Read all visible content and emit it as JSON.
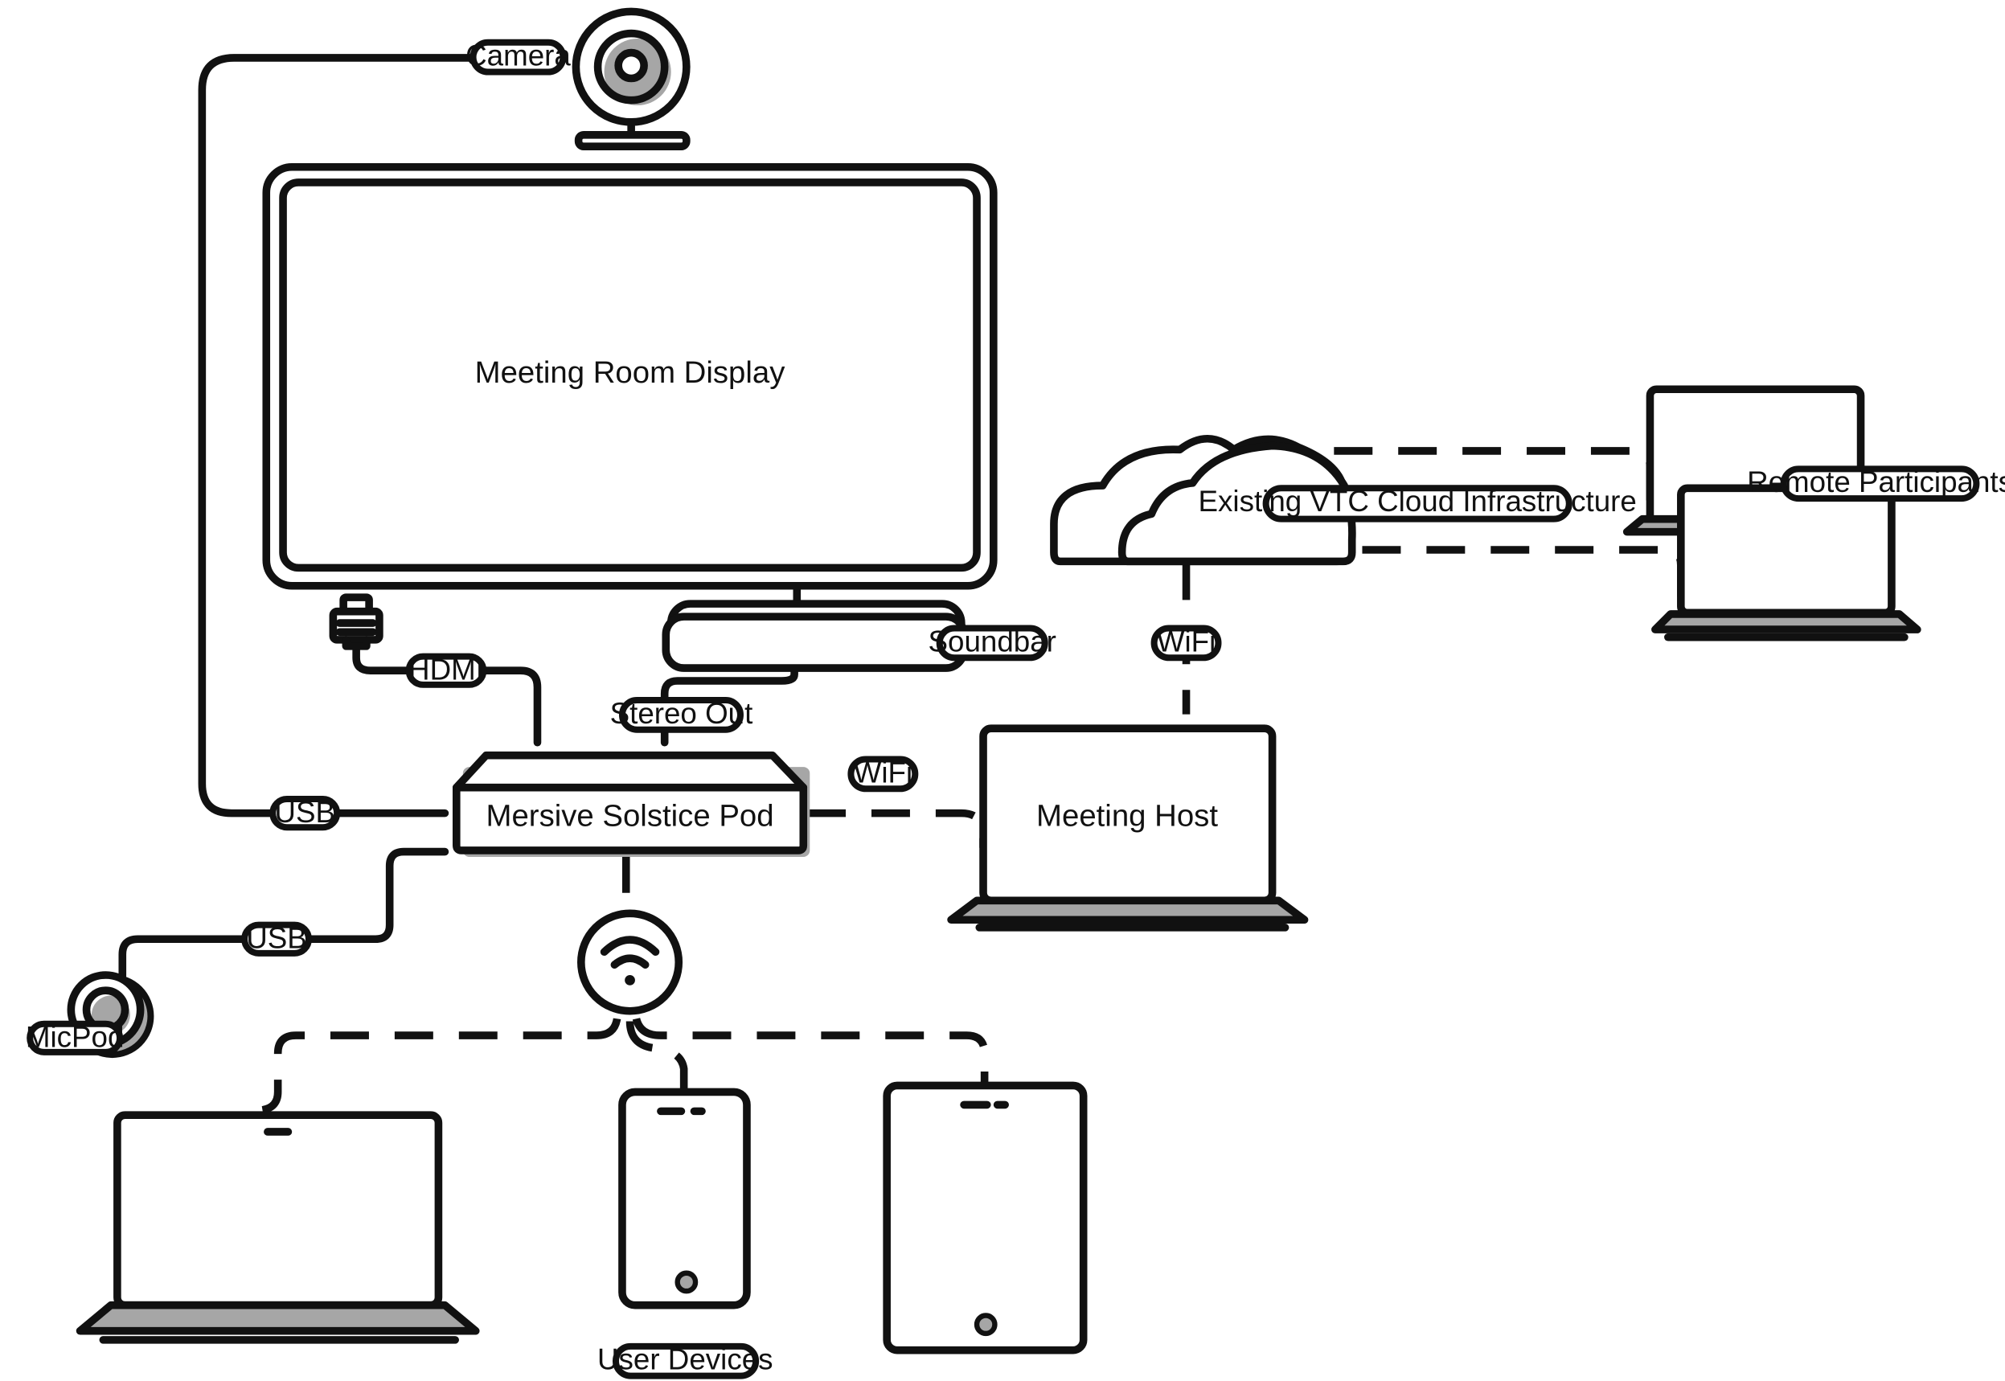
{
  "labels": {
    "camera": "Camera",
    "display": "Meeting Room Display",
    "hdmi": "HDMI",
    "soundbar": "Soundbar",
    "stereo_out": "Stereo Out",
    "usb_camera": "USB",
    "pod": "Mersive Solstice Pod",
    "wifi_pod": "WiFi",
    "usb_micpod": "USB",
    "micpod": "MicPod",
    "meeting_host": "Meeting Host",
    "wifi_cloud": "WiFi",
    "cloud": "Existing VTC Cloud Infrastructure",
    "remote": "Remote Participants",
    "user_devices": "User Devices"
  },
  "icons": [
    "camera-icon",
    "display-icon",
    "hdmi-connector-icon",
    "soundbar-icon",
    "pod-icon",
    "micpod-icon",
    "wifi-access-point-icon",
    "laptop-icon",
    "phone-icon",
    "tablet-icon",
    "cloud-icon"
  ],
  "colors": {
    "line": "#111111",
    "fill_gray": "#a6a6a6",
    "background": "#ffffff"
  }
}
